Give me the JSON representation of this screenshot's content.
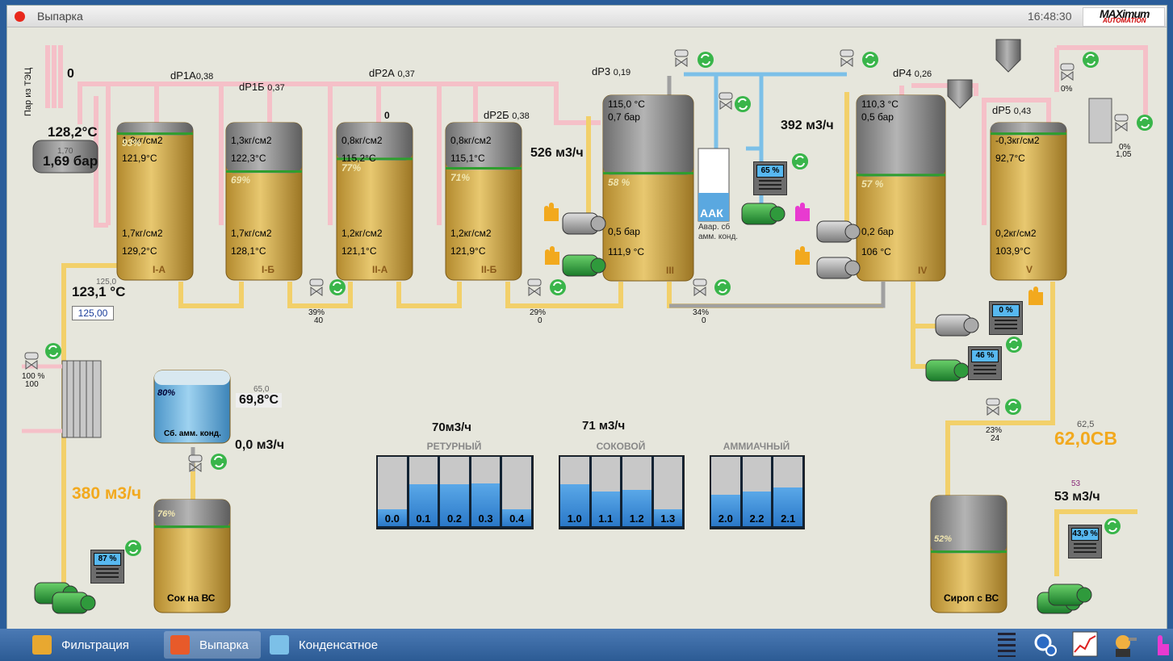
{
  "window": {
    "title": "Выпарка",
    "time": "16:48:30",
    "logo_top": "MAXimum",
    "logo_bottom": "AUTOMATION"
  },
  "colors": {
    "steam_pipe": "#f5c0c8",
    "juice_pipe": "#f2d06a",
    "water_pipe": "#7cc0e8",
    "gray_pipe": "#a0a0a0",
    "tank_body": "#d8b24e",
    "tank_top": "#8c8c8c",
    "level_line": "#2e9e2e",
    "pump": "#2f9a3c",
    "refresh": "#39b54a",
    "accent": "#f2a91e"
  },
  "header": {
    "steam_label": "Пар из ТЭЦ",
    "steam_value": "0",
    "steam_temp": "128,2°C",
    "steam_sp": "1,70",
    "steam_pressure": "1,69 бар"
  },
  "dp": [
    {
      "name": "dP1А",
      "value": "0,38"
    },
    {
      "name": "dP1Б",
      "value": "0,37"
    },
    {
      "name": "dP2А",
      "value": "0,37"
    },
    {
      "name": "dP2Б",
      "value": "0,38"
    },
    {
      "name": "dP3",
      "value": "0,19"
    },
    {
      "name": "dP4",
      "value": "0,26"
    },
    {
      "name": "dP5",
      "value": "0,43"
    }
  ],
  "mid_zero": "0",
  "tanks": [
    {
      "name": "I-А",
      "level_pct": 93,
      "level_label": "93%",
      "top_p": "1,3кг/см2",
      "top_t": "121,9°C",
      "bot_p": "1,7кг/см2",
      "bot_t": "129,2°C"
    },
    {
      "name": "I-Б",
      "level_pct": 69,
      "level_label": "69%",
      "top_p": "1,3кг/см2",
      "top_t": "122,3°C",
      "bot_p": "1,7кг/см2",
      "bot_t": "128,1°C"
    },
    {
      "name": "II-А",
      "level_pct": 77,
      "level_label": "77%",
      "top_p": "0,8кг/см2",
      "top_t": "115,2°C",
      "bot_p": "1,2кг/см2",
      "bot_t": "121,1°C"
    },
    {
      "name": "II-Б",
      "level_pct": 71,
      "level_label": "71%",
      "top_p": "0,8кг/см2",
      "top_t": "115,1°C",
      "bot_p": "1,2кг/см2",
      "bot_t": "121,9°C"
    },
    {
      "name": "III",
      "level_pct": 58,
      "level_label": "58 %",
      "top_p": "0,7 бар",
      "top_t": "115,0 °C",
      "bot_p": "0,5 бар",
      "bot_t": "111,9 °C"
    },
    {
      "name": "IV",
      "level_pct": 57,
      "level_label": "57 %",
      "top_p": "0,5 бар",
      "top_t": "110,3 °C",
      "bot_p": "0,2 бар",
      "bot_t": "106 °C"
    },
    {
      "name": "V",
      "level_pct": 93,
      "level_label": "",
      "top_p": "-0,3кг/см2",
      "top_t": "92,7°C",
      "bot_p": "0,2кг/см2",
      "bot_t": "103,9°C"
    }
  ],
  "flows": {
    "f526": "526 м3/ч",
    "f392": "392 м3/ч",
    "f70": "70м3/ч",
    "f71": "71 м3/ч",
    "f380": "380 м3/ч",
    "f00": "0,0 м3/ч",
    "f53": "53 м3/ч",
    "f53sp": "53"
  },
  "heater": {
    "sp": "125,0",
    "temp": "123,1 °C",
    "input": "125,00",
    "valve_pct": "100 %",
    "valve_val": "100"
  },
  "valves": [
    {
      "pct": "39%",
      "val": "40"
    },
    {
      "pct": "29%",
      "val": "0"
    },
    {
      "pct": "34%",
      "val": "0"
    },
    {
      "pct": "23%",
      "val": "24"
    },
    {
      "pct": "0%",
      "val": ""
    },
    {
      "pct": "0%",
      "val": "1,05"
    }
  ],
  "aak": {
    "name": "ААК",
    "desc1": "Авар. сб",
    "desc2": "амм. конд."
  },
  "amm_tank": {
    "name": "Сб. амм. конд.",
    "level_label": "80%",
    "level_pct": 80,
    "sp": "65,0",
    "temp": "69,8°C"
  },
  "juice_tank": {
    "name": "Сок на ВС",
    "level_label": "76%",
    "level_pct": 76
  },
  "syrup_tank": {
    "name": "Сироп с ВС",
    "level_label": "52%",
    "level_pct": 52
  },
  "brix": {
    "sp": "62,5",
    "value": "62,0СВ"
  },
  "controllers": [
    {
      "id": "c65",
      "value": "65 %"
    },
    {
      "id": "c0",
      "value": "0 %"
    },
    {
      "id": "c46",
      "value": "46 %"
    },
    {
      "id": "c87",
      "value": "87 %"
    },
    {
      "id": "c439",
      "value": "43,9 %"
    }
  ],
  "groups": [
    {
      "title": "РЕТУРНЫЙ",
      "cells": [
        {
          "label": "0.0",
          "fill": 0.25
        },
        {
          "label": "0.1",
          "fill": 0.6
        },
        {
          "label": "0.2",
          "fill": 0.6
        },
        {
          "label": "0.3",
          "fill": 0.62
        },
        {
          "label": "0.4",
          "fill": 0.25
        }
      ]
    },
    {
      "title": "СОКОВОЙ",
      "cells": [
        {
          "label": "1.0",
          "fill": 0.6
        },
        {
          "label": "1.1",
          "fill": 0.5
        },
        {
          "label": "1.2",
          "fill": 0.52
        },
        {
          "label": "1.3",
          "fill": 0.25
        }
      ]
    },
    {
      "title": "АММИАЧНЫЙ",
      "cells": [
        {
          "label": "2.0",
          "fill": 0.45
        },
        {
          "label": "2.2",
          "fill": 0.5
        },
        {
          "label": "2.1",
          "fill": 0.56
        }
      ]
    }
  ],
  "taskbar": {
    "btn1": "Фильтрация",
    "btn2": "Выпарка",
    "btn3": "Конденсатное"
  }
}
